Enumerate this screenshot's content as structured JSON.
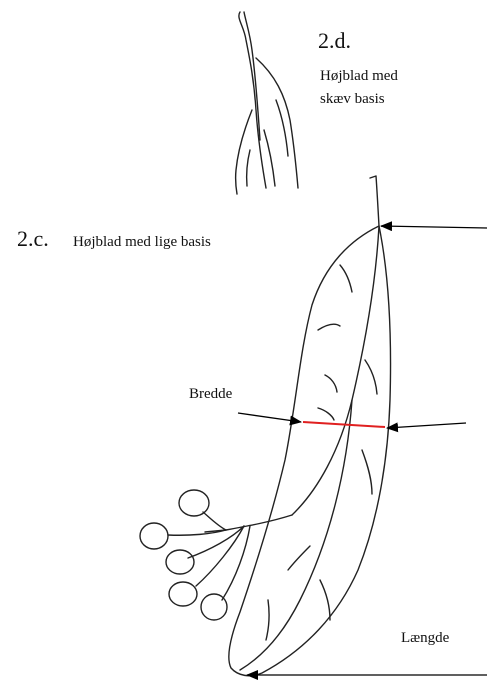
{
  "labels": {
    "fig_2d_number": "2.d.",
    "fig_2d_caption_line1": "Højblad med",
    "fig_2d_caption_line2": "skæv basis",
    "fig_2c_number": "2.c.",
    "fig_2c_caption": "Højblad med lige basis",
    "width_label": "Bredde",
    "length_label": "Længde"
  },
  "colors": {
    "ink": "#222222",
    "measure_line": "#e02020",
    "arrow": "#000000"
  }
}
